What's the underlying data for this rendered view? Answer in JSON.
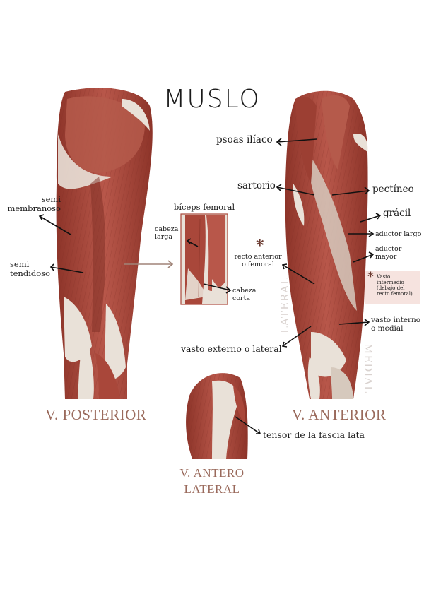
{
  "title": "MUSLO",
  "views": {
    "posterior": "V. POSTERIOR",
    "anterior": "V. ANTERIOR",
    "antero_lateral_1": "V. ANTERO",
    "antero_lateral_2": "LATERAL"
  },
  "orientation": {
    "lateral": "LATERAL",
    "medial": "MEDIAL"
  },
  "posterior_labels": {
    "semi_membranoso_1": "semi",
    "semi_membranoso_2": "membranoso",
    "semi_tendidoso_1": "semi",
    "semi_tendidoso_2": "tendidoso"
  },
  "biceps": {
    "title": "bíceps femoral",
    "cabeza_larga_1": "cabeza",
    "cabeza_larga_2": "larga",
    "cabeza_corta_1": "cabeza",
    "cabeza_corta_2": "corta"
  },
  "anterior_labels": {
    "psoas": "psoas ilíaco",
    "sartorio": "sartorio",
    "pectineo": "pectíneo",
    "gracil": "grácil",
    "aductor_largo": "aductor largo",
    "aductor_mayor_1": "aductor",
    "aductor_mayor_2": "mayor",
    "recto_1": "recto anterior",
    "recto_2": "o femoral",
    "vasto_interno_1": "vasto interno",
    "vasto_interno_2": "o medial",
    "vasto_externo": "vasto externo o lateral"
  },
  "note": {
    "marker": "*",
    "line1": "Vasto",
    "line2": "intermedio",
    "line3": "(debajo del",
    "line4": "recto femoral)"
  },
  "lateral_labels": {
    "tensor": "tensor de la fascia lata"
  },
  "colors": {
    "muscle": "#a9473a",
    "muscle_dark": "#7e2e24",
    "tendon": "#e9e1d8",
    "accent_text": "#9a6a5c",
    "note_bg": "#f6e3df",
    "asterisk": "#6b3a30"
  }
}
